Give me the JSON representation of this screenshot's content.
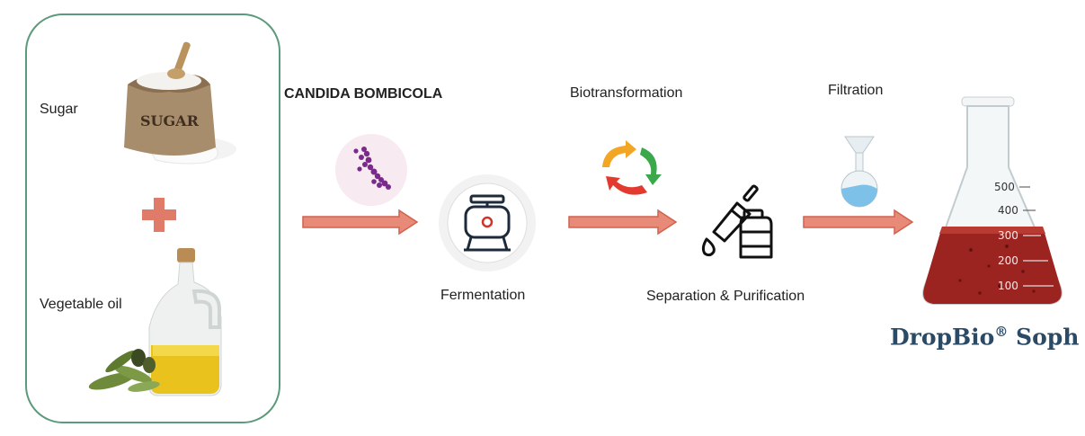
{
  "inputs": {
    "sugar_label": "Sugar",
    "sugar_bag_text": "SUGAR",
    "oil_label": "Vegetable oil"
  },
  "steps": {
    "microorganism": "CANDIDA BOMBICOLA",
    "fermentation": "Fermentation",
    "biotransformation": "Biotransformation",
    "separation": "Separation & Purification",
    "filtration": "Filtration"
  },
  "product": {
    "name": "DropBio",
    "registered": "®",
    "suffix": " Soph L"
  },
  "flask_marks": [
    "500",
    "400",
    "300",
    "200",
    "100"
  ],
  "colors": {
    "arrow": "#e07b6a",
    "plus": "#e07b6a",
    "box_border": "#5b9a7a",
    "product_text": "#2b4a66",
    "liquid": "#9b2420"
  }
}
